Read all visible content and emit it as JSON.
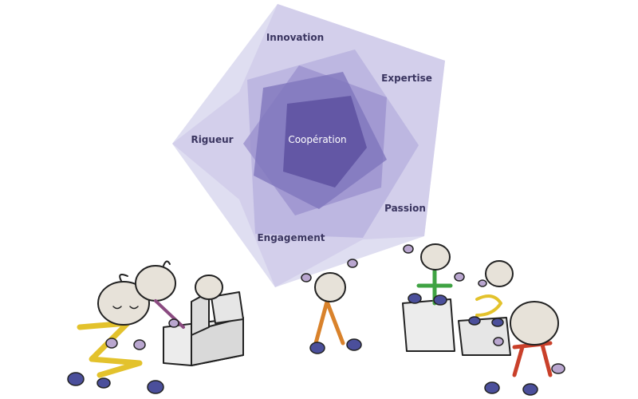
{
  "diagram": {
    "center_label": "Coopération",
    "values": [
      "Innovation",
      "Expertise",
      "Rigueur",
      "Passion",
      "Engagement"
    ]
  },
  "colors": {
    "outer": "#dcdaf0",
    "layer2": "#c7c3e6",
    "layer3": "#aaa3d6",
    "layer4": "#8a80c2",
    "layer5": "#6e63ae",
    "center": "#5a4e9c",
    "label": "#3a3560",
    "blueberry": "#4b4f9b"
  }
}
